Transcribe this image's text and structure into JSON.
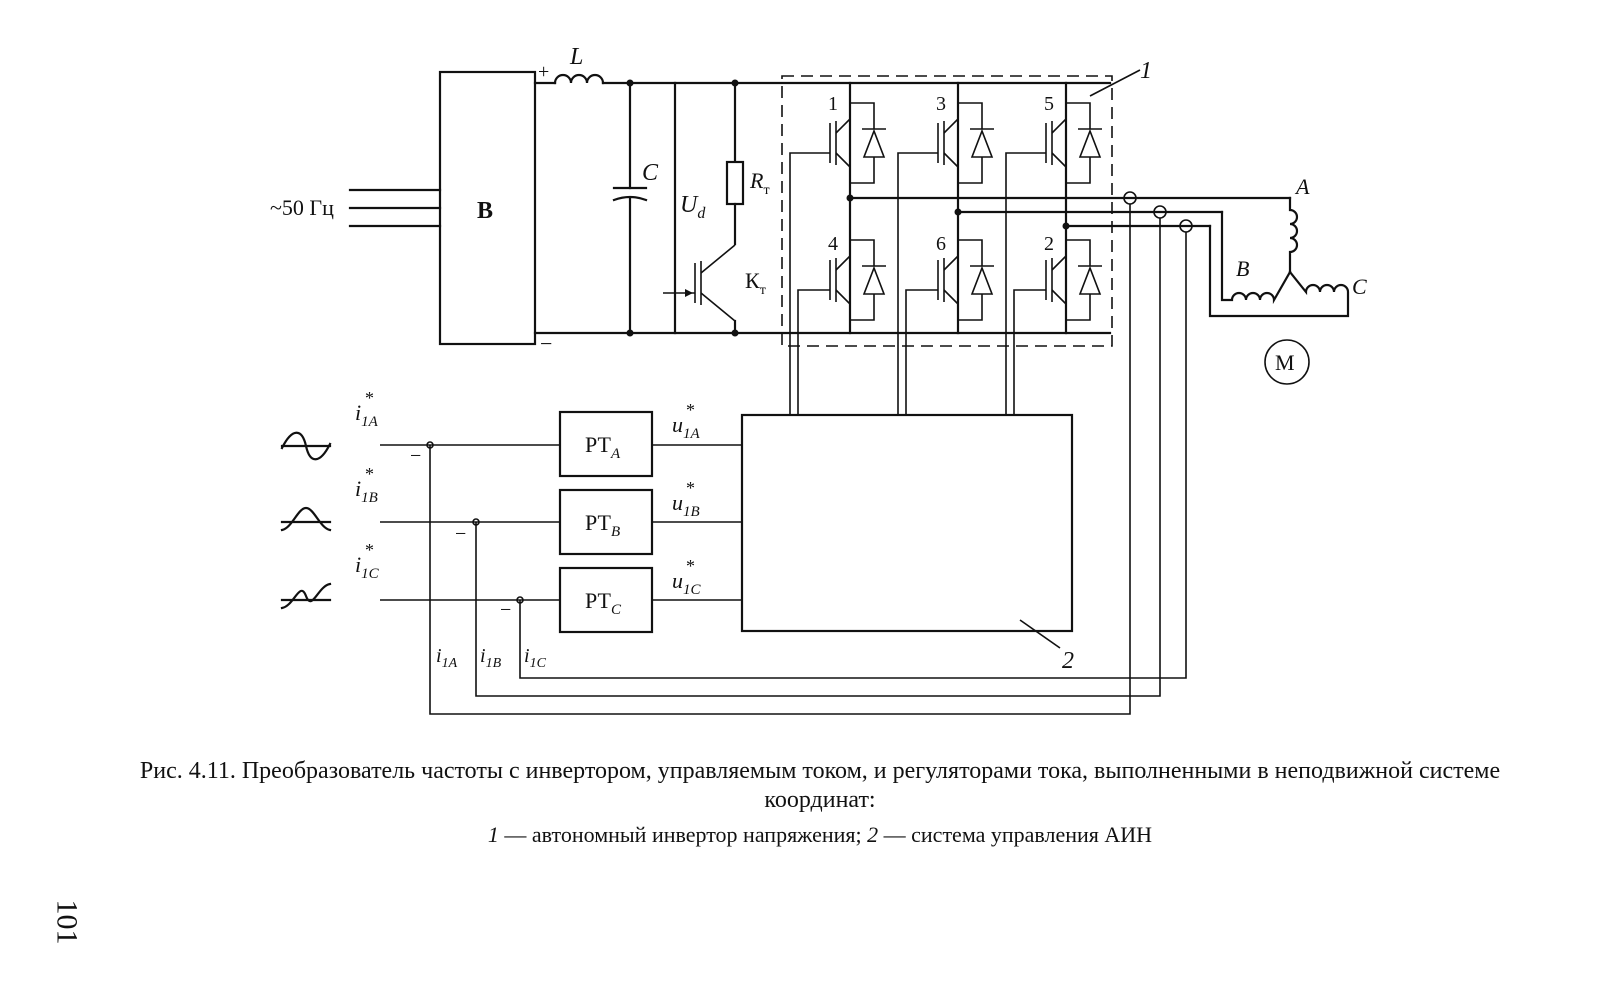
{
  "figure": {
    "supply": "~50 Гц",
    "rectifier": "В",
    "plus": "+",
    "minus": "−",
    "inductor": "L",
    "capacitor": "C",
    "dc_voltage": "U",
    "dc_voltage_sub": "d",
    "brake_resistor": "R",
    "brake_resistor_sub": "т",
    "brake_switch": "К",
    "brake_switch_sub": "т",
    "inverter_number": "1",
    "control_number": "2",
    "switches": {
      "s1": "1",
      "s3": "3",
      "s5": "5",
      "s4": "4",
      "s6": "6",
      "s2": "2"
    },
    "motor": "М",
    "phases": {
      "a": "A",
      "b": "B",
      "c": "C"
    },
    "regulators": [
      {
        "label": "РТ",
        "sub": "A",
        "ref_i": "i",
        "ref_i_sub": "1A",
        "ref_u": "u",
        "ref_u_sub": "1A",
        "fb": "i",
        "fb_sub": "1A"
      },
      {
        "label": "РТ",
        "sub": "B",
        "ref_i": "i",
        "ref_i_sub": "1B",
        "ref_u": "u",
        "ref_u_sub": "1B",
        "fb": "i",
        "fb_sub": "1B"
      },
      {
        "label": "РТ",
        "sub": "C",
        "ref_i": "i",
        "ref_i_sub": "1C",
        "ref_u": "u",
        "ref_u_sub": "1C",
        "fb": "i",
        "fb_sub": "1C"
      }
    ],
    "star": "*"
  },
  "caption": {
    "line1": "Рис. 4.11. Преобразователь частоты с инвертором, управляемым током, и регуляторами тока, выполненными в неподвижной системе координат:",
    "num1": "1",
    "text1": " — автономный инвертор напряжения; ",
    "num2": "2",
    "text2": " — система управления АИН"
  },
  "page_number": "101"
}
